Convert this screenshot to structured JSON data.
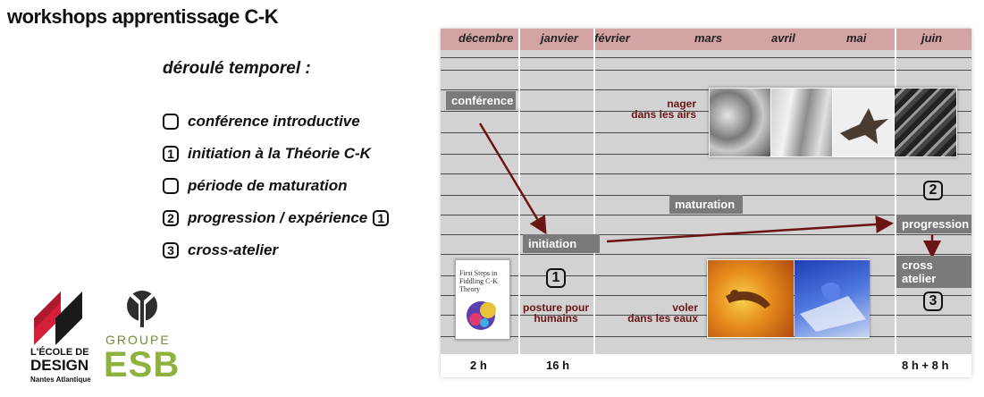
{
  "title": "workshops apprentissage C-K",
  "subtitle": "déroulé temporel :",
  "steps": [
    {
      "marker": "",
      "label": "conférence introductive"
    },
    {
      "marker": "1",
      "label": "initiation à la Théorie C-K"
    },
    {
      "marker": "",
      "label": "période de maturation"
    },
    {
      "marker": "2",
      "label": "progression / expérience",
      "suffix_marker": "1"
    },
    {
      "marker": "3",
      "label": "cross-atelier"
    }
  ],
  "logos": {
    "ecole_line1": "L'ÉCOLE DE",
    "ecole_line2": "DESIGN",
    "ecole_line3": "Nantes Atlantique",
    "groupe": "GROUPE",
    "esb": "ESB",
    "colors": {
      "ecole_red": "#d6203a",
      "ecole_dark": "#1a1a1a",
      "esb_green": "#8fb23e"
    }
  },
  "chart": {
    "months": [
      "décembre",
      "janvier",
      "février",
      "mars",
      "avril",
      "mai",
      "juin"
    ],
    "boxes": {
      "conference": "conférence",
      "initiation": "initiation",
      "maturation": "maturation",
      "progression": "progression",
      "cross": "cross atelier"
    },
    "notes": {
      "nager_l1": "nager",
      "nager_l2": "dans les airs",
      "posture_l1": "posture pour",
      "posture_l2": "humains",
      "voler_l1": "voler",
      "voler_l2": "dans les eaux"
    },
    "numbers": {
      "n1": "1",
      "n2": "2",
      "n3": "3"
    },
    "book_title": "First Steps in Fiddling C-K Theory",
    "hours": {
      "dec": "2 h",
      "jan": "16 h",
      "jun": "8 h + 8 h"
    },
    "colors": {
      "header": "#d4a3a3",
      "grid": "#d2d2d2",
      "box": "#7a7a7a",
      "arrow": "#6b1414"
    }
  }
}
